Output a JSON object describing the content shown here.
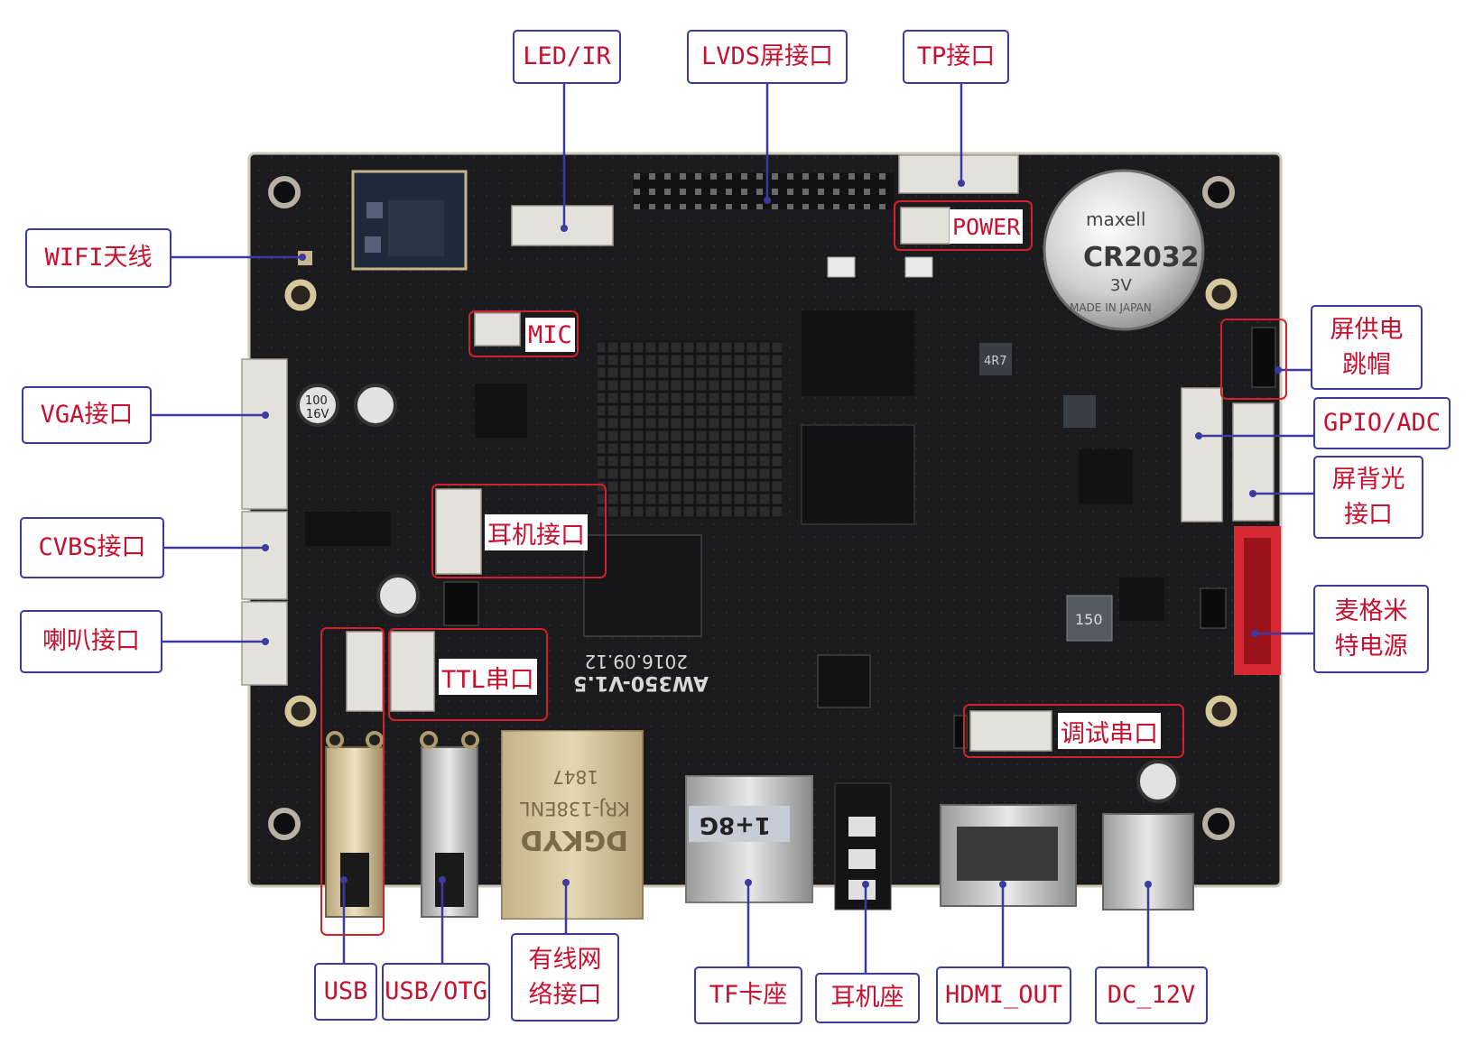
{
  "colors": {
    "label": "#c8102e",
    "leader": "#3a3aa0",
    "highlight": "#d4202a",
    "board": "#1b1b1e",
    "connector": "#e4e0da"
  },
  "board": {
    "model": "AW350-V1.5",
    "date": "2016.09.12",
    "rj45": [
      "DGKYD",
      "KRJ-138ENL",
      "1847"
    ],
    "battery": [
      "CR2032",
      "3V",
      "maxell",
      "MADE IN JAPAN"
    ],
    "tf_text": "1+8G",
    "cap_text": [
      "100",
      "16V"
    ],
    "inductors": [
      "4R7",
      "150"
    ]
  },
  "callouts": {
    "led_ir": "LED/IR",
    "lvds": "LVDS屏接口",
    "tp": "TP接口",
    "wifi": "WIFI天线",
    "vga": "VGA接口",
    "cvbs": "CVBS接口",
    "speaker": "喇叭接口",
    "power_jumper": "屏供电\n跳帽",
    "gpio_adc": "GPIO/ADC",
    "backlight": "屏背光\n接口",
    "molex_power": "麦格米\n特电源",
    "usb": "USB",
    "usb_otg": "USB/OTG",
    "ethernet": "有线网\n络接口",
    "tf": "TF卡座",
    "earjack": "耳机座",
    "hdmi": "HDMI_OUT",
    "dc12v": "DC_12V"
  },
  "inline_labels": {
    "power": "POWER",
    "mic": "MIC",
    "headphone": "耳机接口",
    "ttl": "TTL串口",
    "debug": "调试串口"
  }
}
